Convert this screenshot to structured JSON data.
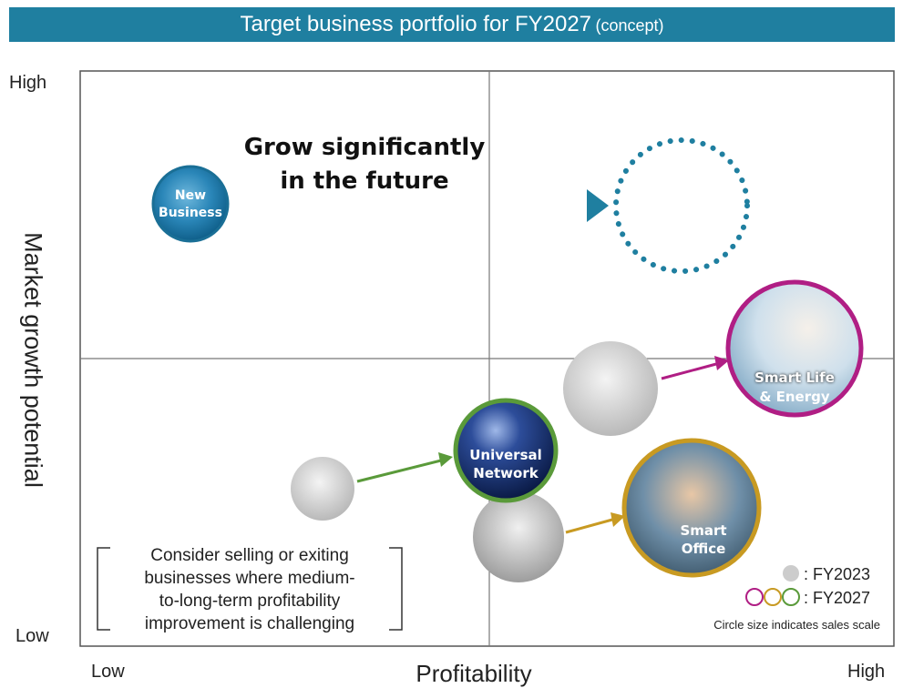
{
  "header": {
    "title_main": "Target business portfolio for FY2027",
    "title_sub": "(concept)"
  },
  "axes": {
    "y_label": "Market growth potential",
    "y_high": "High",
    "y_low": "Low",
    "x_label": "Profitability",
    "x_low": "Low",
    "x_high": "High"
  },
  "bubbles": {
    "new_business": [
      "New",
      "Business"
    ],
    "universal_network": [
      "Universal",
      "Network"
    ],
    "smart_life": [
      "Smart Life",
      "& Energy"
    ],
    "smart_office": [
      "Smart",
      "Office"
    ]
  },
  "annotation": {
    "grow": [
      "Grow significantly",
      "in the future"
    ]
  },
  "note": {
    "lines": [
      "Consider selling or exiting",
      "businesses where medium-",
      "to-long-term profitability",
      "improvement is challenging"
    ]
  },
  "legend": {
    "fy2023": ": FY2023",
    "fy2027": ": FY2027",
    "size_note": "Circle size indicates sales scale"
  },
  "colors": {
    "title_bar": "#1f7fa0",
    "new_business": "#1f7fa0",
    "universal_network": "#5a9a3a",
    "smart_life": "#b01e84",
    "smart_office": "#c89a22",
    "fy2023_gray": "#cccccc"
  }
}
